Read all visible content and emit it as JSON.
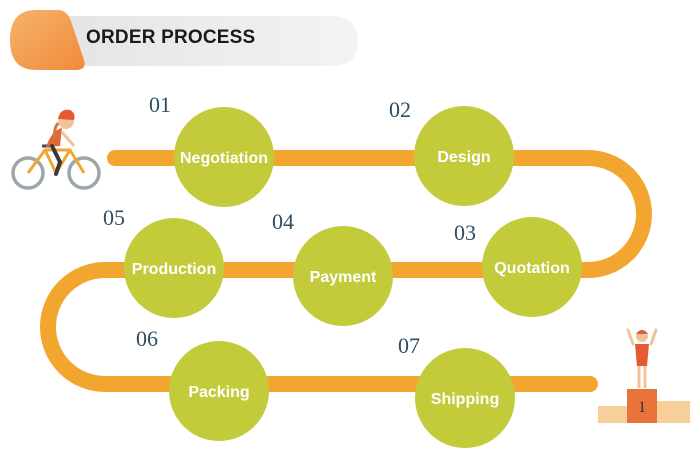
{
  "header": {
    "title": "ORDER PROCESS"
  },
  "colors": {
    "track": "#f2a62f",
    "step": "#c3cb3b",
    "accent": "#f39a4a",
    "number": "#2f4d63"
  },
  "steps": [
    {
      "num": "01",
      "label": "Negotiation"
    },
    {
      "num": "02",
      "label": "Design"
    },
    {
      "num": "03",
      "label": "Quotation"
    },
    {
      "num": "04",
      "label": "Payment"
    },
    {
      "num": "05",
      "label": "Production"
    },
    {
      "num": "06",
      "label": "Packing"
    },
    {
      "num": "07",
      "label": "Shipping"
    }
  ],
  "podium": {
    "place": "1"
  }
}
